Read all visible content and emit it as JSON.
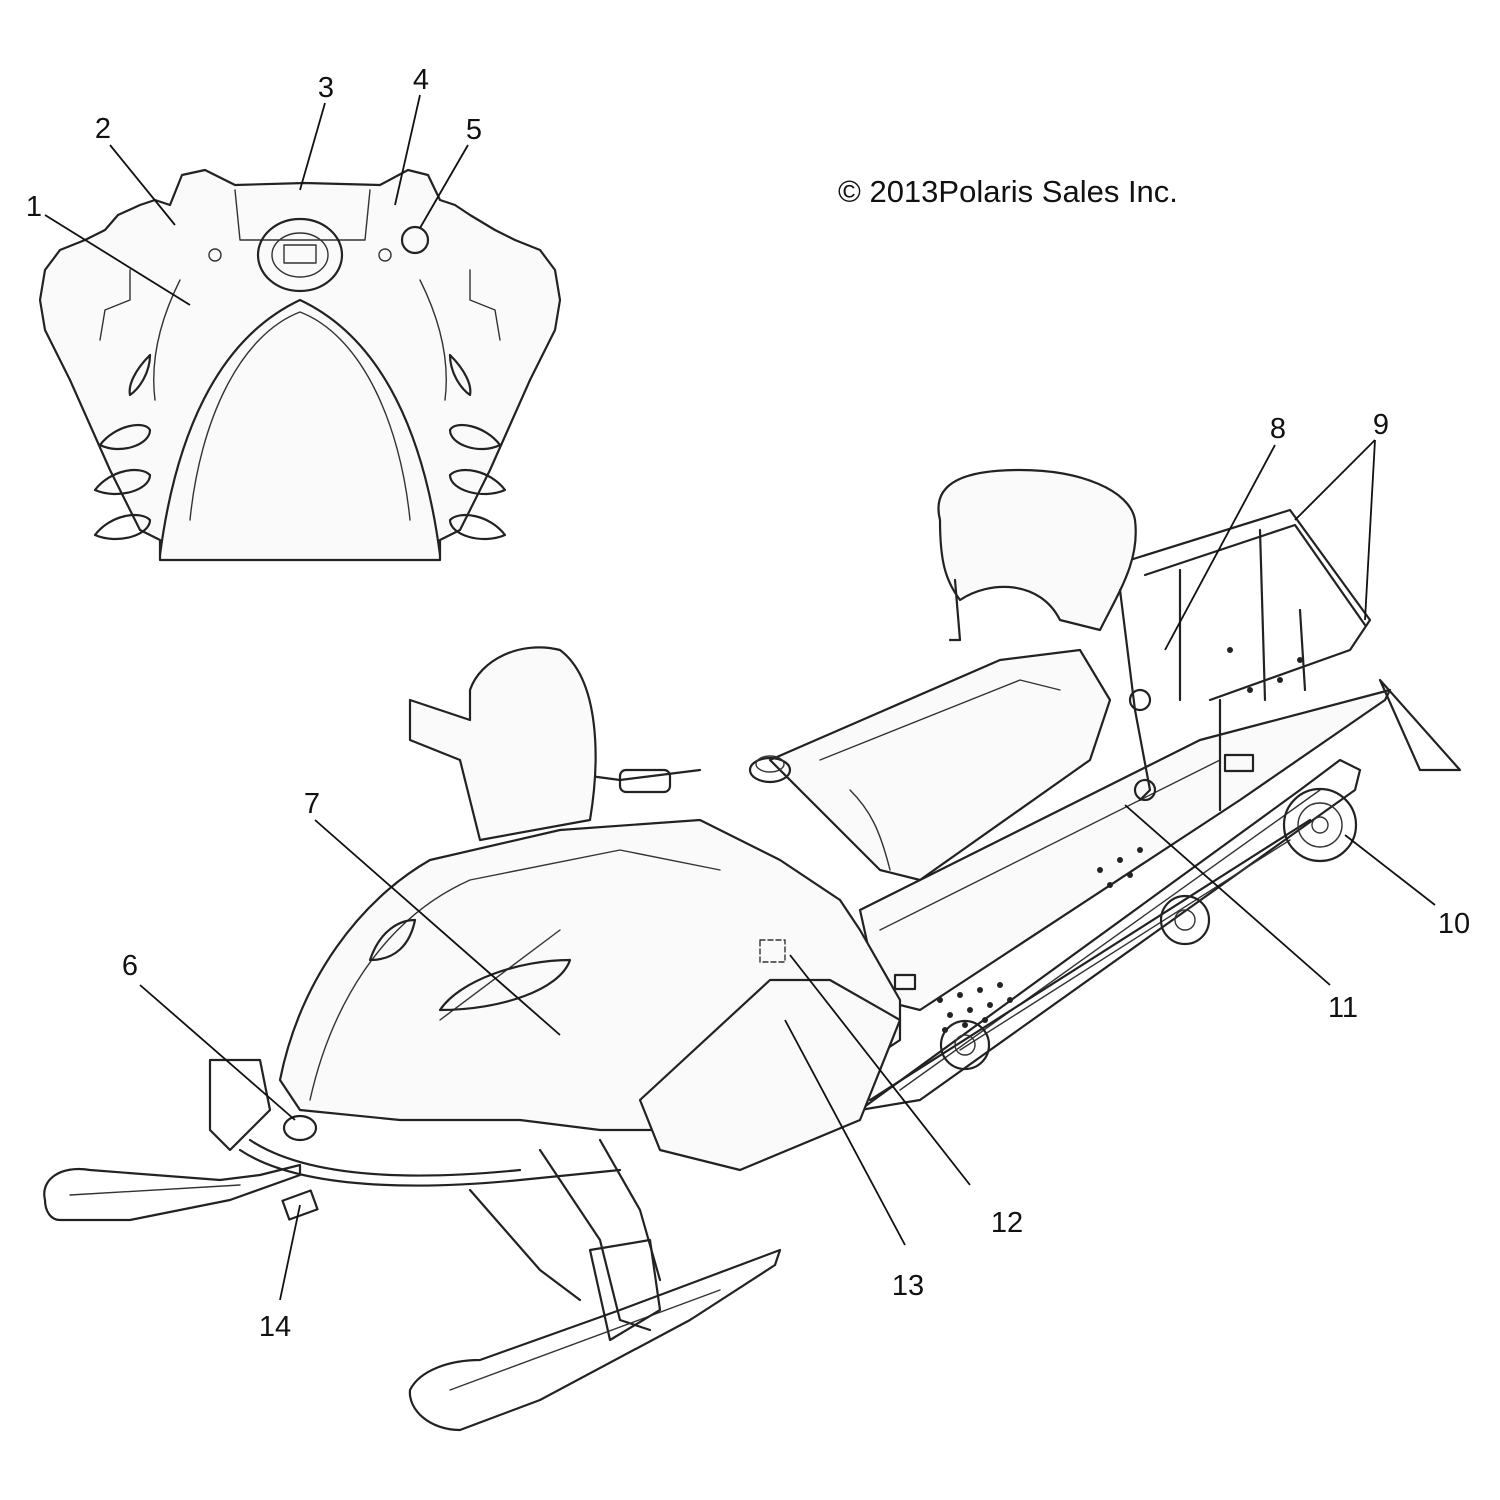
{
  "copyright": "© 2013Polaris Sales Inc.",
  "callouts": [
    {
      "id": "1",
      "label": "1"
    },
    {
      "id": "2",
      "label": "2"
    },
    {
      "id": "3",
      "label": "3"
    },
    {
      "id": "4",
      "label": "4"
    },
    {
      "id": "5",
      "label": "5"
    },
    {
      "id": "6",
      "label": "6"
    },
    {
      "id": "7",
      "label": "7"
    },
    {
      "id": "8",
      "label": "8"
    },
    {
      "id": "9",
      "label": "9"
    },
    {
      "id": "10",
      "label": "10"
    },
    {
      "id": "11",
      "label": "11"
    },
    {
      "id": "12",
      "label": "12"
    },
    {
      "id": "13",
      "label": "13"
    },
    {
      "id": "14",
      "label": "14"
    }
  ]
}
